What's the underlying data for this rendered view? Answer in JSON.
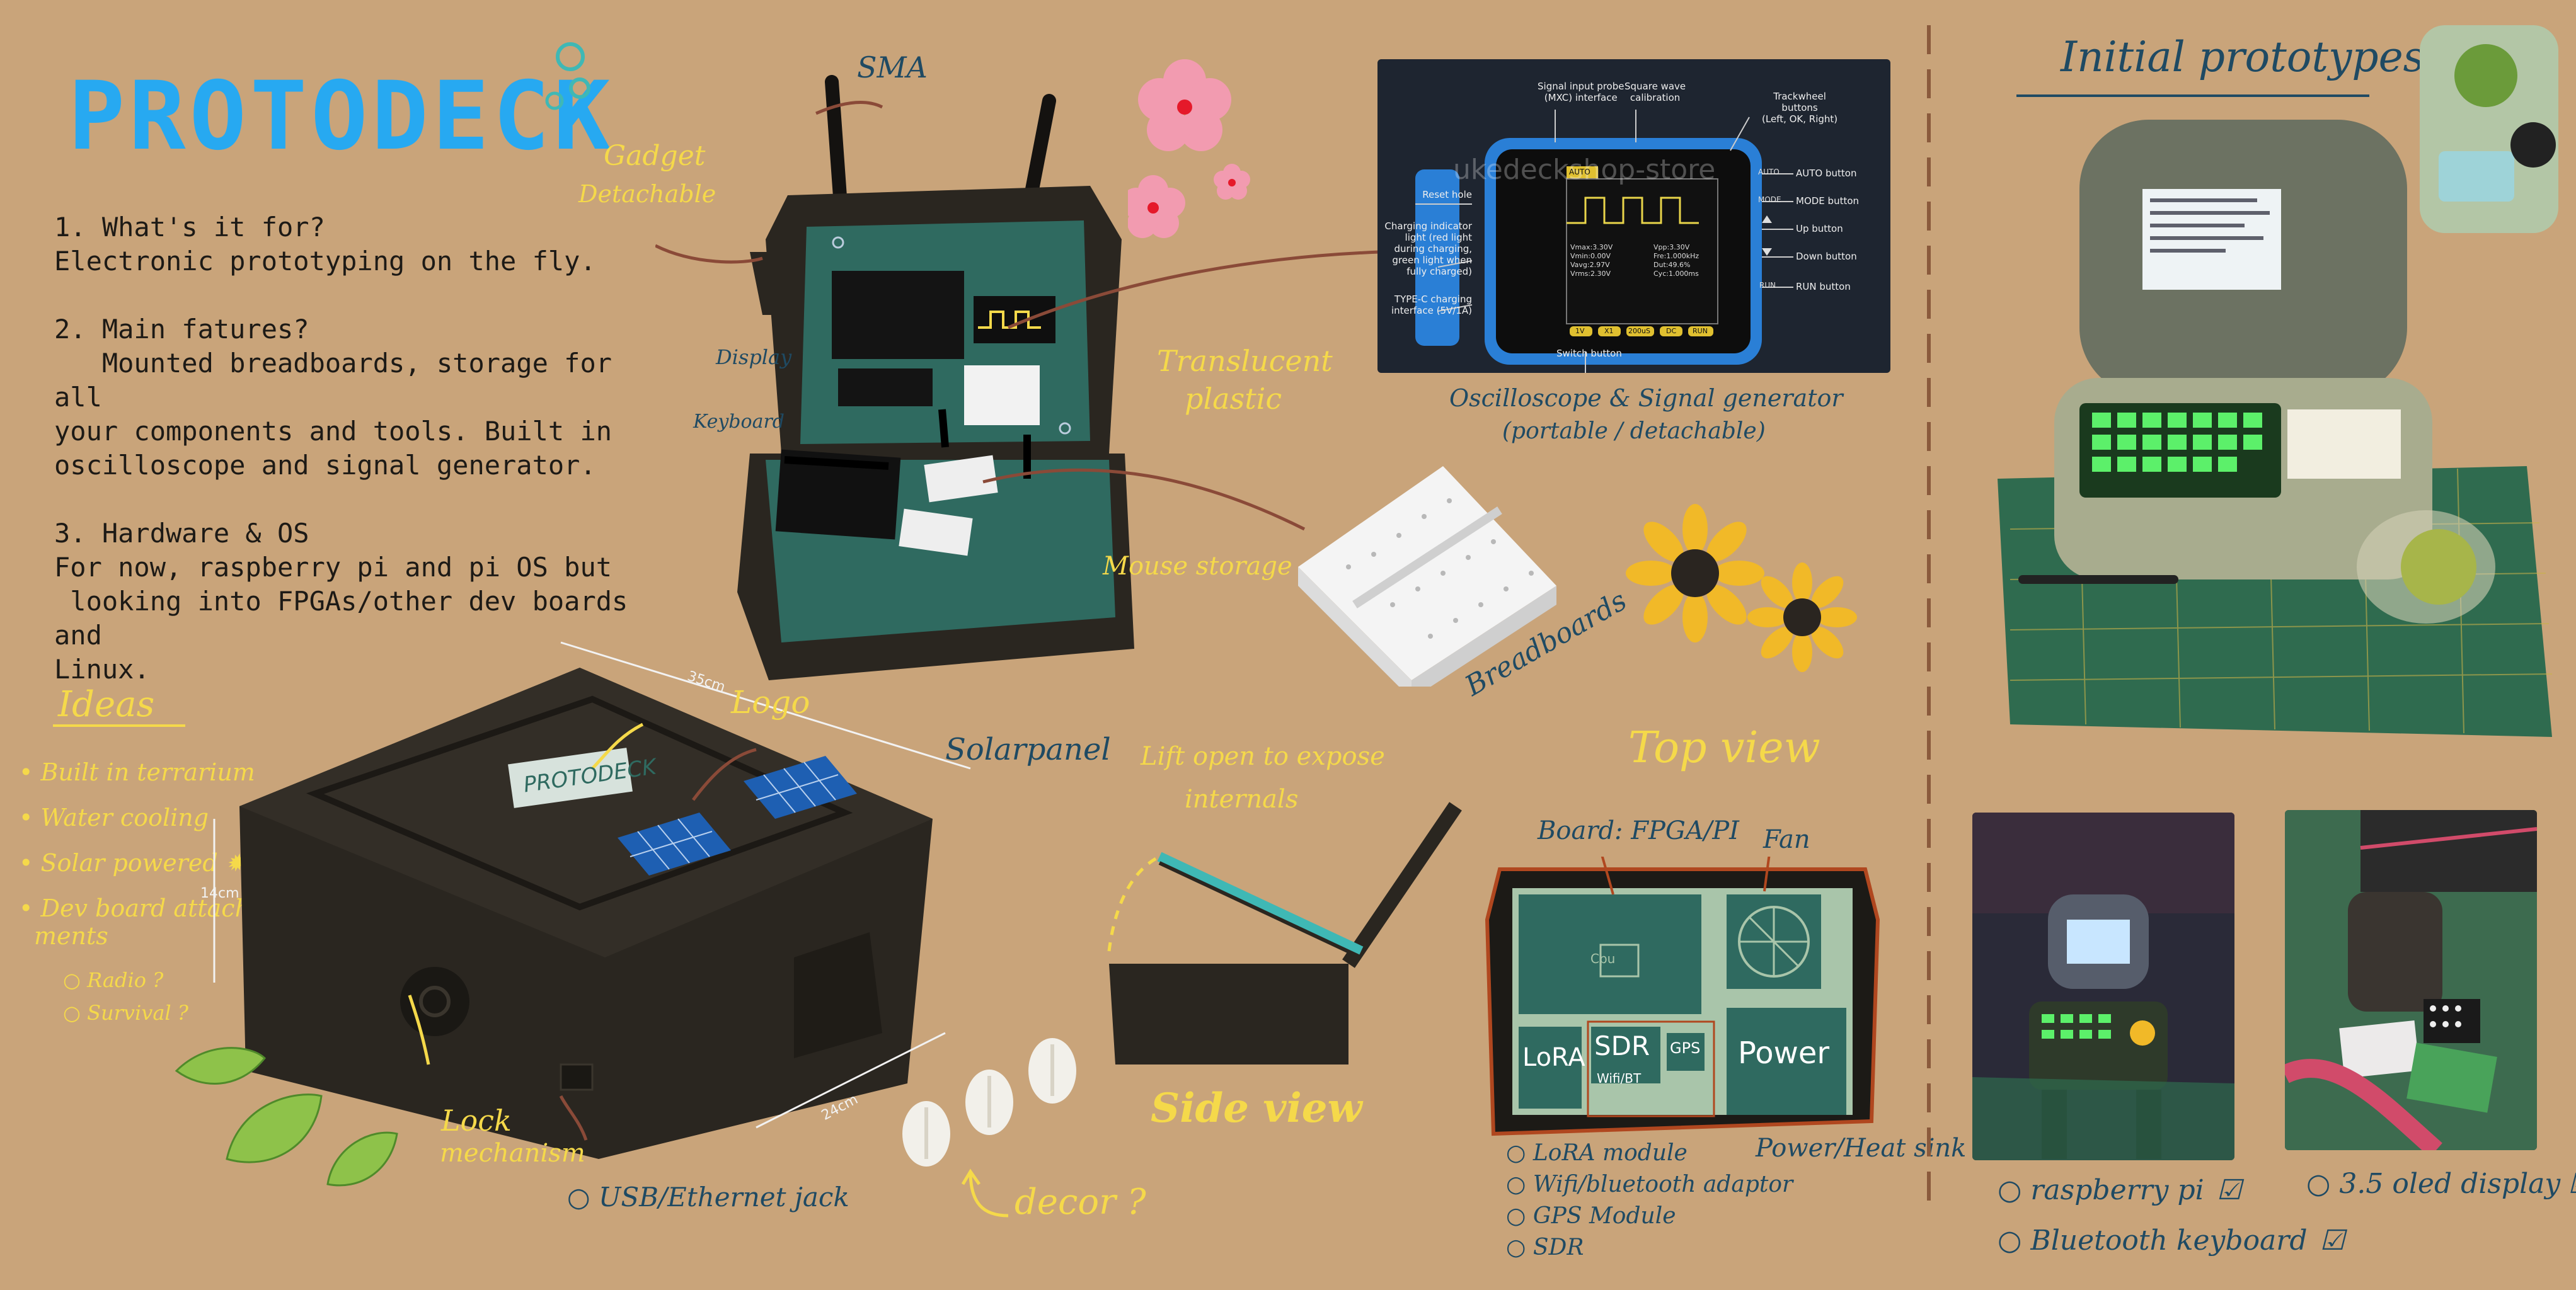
{
  "title": "PROTODECK",
  "intro": {
    "q1": "1. What's it for?",
    "a1": "Electronic prototyping on the fly.",
    "q2": "2. Main fatures?",
    "a2_l1": "   Mounted breadboards, storage for all",
    "a2_l2": "your components and tools. Built in",
    "a2_l3": "oscilloscope and signal generator.",
    "q3": "3. Hardware & OS",
    "a3_l1": "For now, raspberry pi and pi OS but",
    "a3_l2": " looking into FPGAs/other dev boards and",
    "a3_l3": "Linux."
  },
  "device_labels": {
    "sma": "SMA",
    "gadget": "Gadget",
    "detachable": "Detachable",
    "display": "Display",
    "keyboard": "Keyboard",
    "translucent_1": "Translucent",
    "translucent_2": "plastic",
    "mouse_storage": "Mouse storage",
    "breadboards": "Breadboards"
  },
  "oscilloscope": {
    "watermark": "ukedeckshop-store",
    "signal_probe": "Signal input probe",
    "signal_probe_2": "(MXC) interface",
    "square_wave": "Square wave",
    "square_wave_2": "calibration",
    "trackwheel": "Trackwheel",
    "trackwheel_2": "buttons",
    "trackwheel_3": "(Left, OK, Right)",
    "reset_hole": "Reset hole",
    "charging_1": "Charging indicator",
    "charging_2": "light (red light",
    "charging_3": "during charging,",
    "charging_4": "green light when",
    "charging_5": "fully charged)",
    "typec_1": "TYPE-C charging",
    "typec_2": "interface (5V/1A)",
    "switch": "Switch button",
    "auto": "AUTO button",
    "mode": "MODE button",
    "up": "Up button",
    "down": "Down button",
    "run": "RUN button",
    "key_auto": "AUTO",
    "key_mode": "MODE",
    "key_run": "RUN",
    "screen_auto": "AUTO",
    "screen_l1": "Vmax:3.30V",
    "screen_l2": "Vmin:0.00V",
    "screen_l3": "Vavg:2.97V",
    "screen_l4": "Vrms:2.30V",
    "screen_r1": "Vpp:3.30V",
    "screen_r2": "Fre:1.000kHz",
    "screen_r3": "Dut:49.6%",
    "screen_r4": "Cyc:1.000ms",
    "chip_1": "1V",
    "chip_2": "X1",
    "chip_3": "200uS",
    "chip_4": "DC",
    "chip_5": "RUN",
    "caption_1": "Oscilloscope & Signal generator",
    "caption_2": "(portable / detachable)"
  },
  "ideas": {
    "heading": "Ideas",
    "items": [
      "Built in terrarium",
      "Water cooling",
      "Solar powered",
      "Dev board attach-",
      "ments"
    ],
    "sub_items": [
      "Radio ?",
      "Survival ?"
    ]
  },
  "closed_case": {
    "size_top": "35cm",
    "size_side": "14cm",
    "size_bottom": "24cm",
    "logo": "Logo",
    "logo_plate": "PROTODECK",
    "solarpanel": "Solarpanel",
    "lock_1": "Lock",
    "lock_2": "mechanism",
    "usb": "USB/Ethernet jack",
    "decor": "decor ?"
  },
  "side_view": {
    "note_1": "Lift open to expose",
    "note_2": "internals",
    "title": "Side view"
  },
  "top_view": {
    "title": "Top view",
    "board": "Board: FPGA/PI",
    "fan": "Fan",
    "cpu": "Cpu",
    "lora": "LoRA",
    "sdr": "SDR",
    "gps": "GPS",
    "wifi": "Wifi/BT",
    "power": "Power",
    "power_label": "Power/Heat sink",
    "modules": [
      "LoRA module",
      "Wifi/bluetooth adaptor",
      "GPS Module",
      "SDR"
    ]
  },
  "prototypes": {
    "heading": "Initial prototypes",
    "checklist_left": [
      "raspberry pi",
      "Bluetooth keyboard"
    ],
    "checklist_right": [
      "3.5 oled display"
    ],
    "check": "☑"
  },
  "colors": {
    "background": "#c9a47a",
    "title_blue": "#27a9f1",
    "hand_yellow": "#f5d94a",
    "hand_blue": "#1f4a63",
    "case_dark": "#2a2620",
    "panel_teal": "#2f6a60"
  }
}
